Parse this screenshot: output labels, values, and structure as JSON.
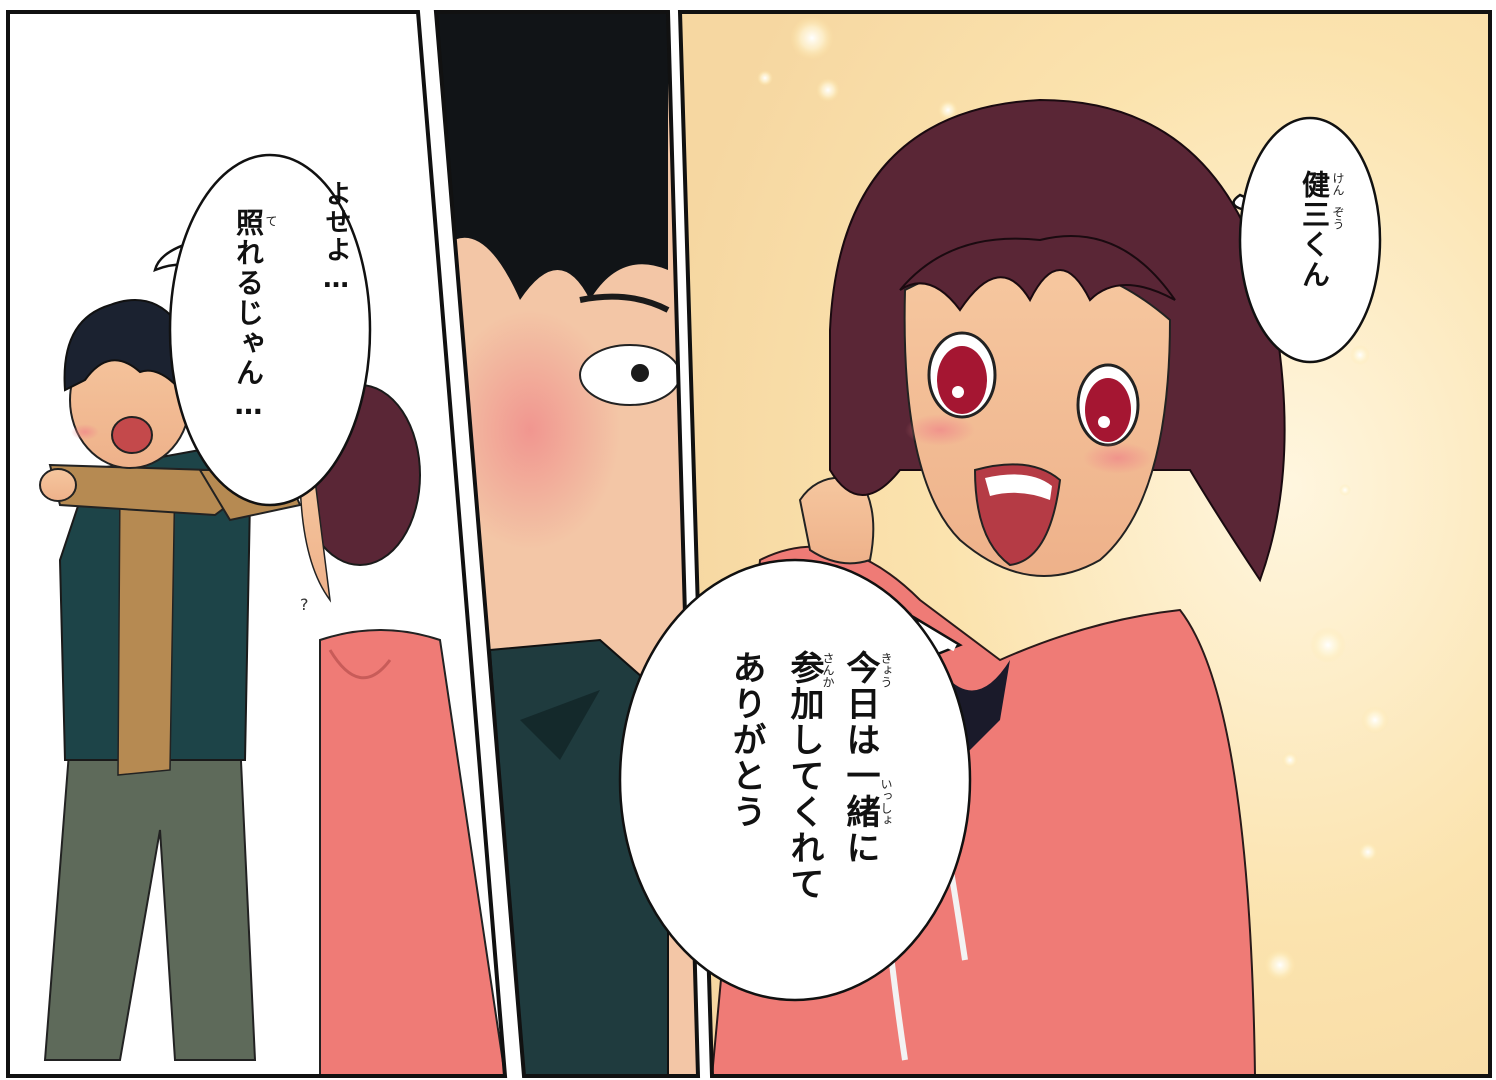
{
  "panels": {
    "left": {
      "bubble": {
        "lines": [
          "よせよ…",
          "照れるじゃん…"
        ],
        "ruby": "て",
        "question": "?"
      }
    },
    "middle": {},
    "right": {
      "bubble_top": {
        "lines": [
          "健三くん"
        ],
        "ruby": [
          "けん",
          "ぞう"
        ]
      },
      "bubble_main": {
        "lines": [
          "今日は一緒に",
          "参加してくれて",
          "ありがとう"
        ],
        "ruby": [
          "きょう",
          "いっしょ",
          "さんか"
        ]
      }
    }
  },
  "colors": {
    "glow": "#fde9b4",
    "hoodie": "#ef7b76",
    "hair": "#5a2636",
    "jacket": "#1d4448",
    "shirt": "#b68a52",
    "pants": "#5e6a5a"
  }
}
